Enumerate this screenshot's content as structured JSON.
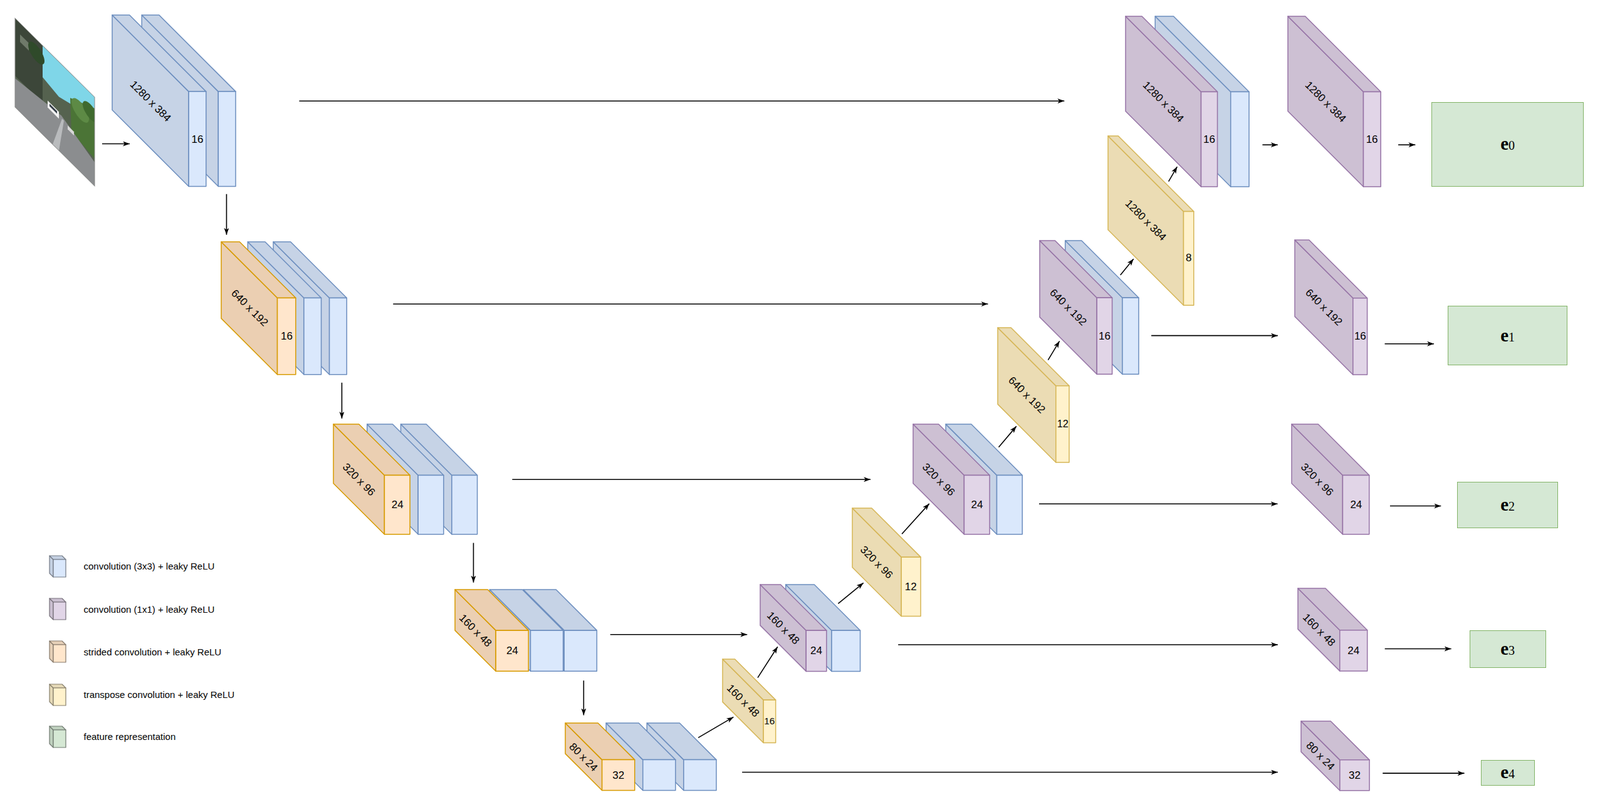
{
  "diagram": {
    "nodes": [
      {
        "text": [
          "1280 x 384",
          "16"
        ]
      },
      {
        "text": [
          "640 x 192",
          "16"
        ]
      },
      {
        "text": [
          "320 x 96",
          "24"
        ]
      },
      {
        "text": [
          "160 x 48",
          "24"
        ]
      },
      {
        "text": [
          "80 x 24",
          "32"
        ]
      },
      {
        "text": [
          "160 x 48",
          "16"
        ]
      },
      {
        "text": [
          "160 x 48",
          "24"
        ]
      },
      {
        "text": [
          "320 x 96",
          "12"
        ]
      },
      {
        "text": [
          "320 x 96",
          "24"
        ]
      },
      {
        "text": [
          "640 x 192",
          "12"
        ]
      },
      {
        "text": [
          "640 x 192",
          "16"
        ]
      },
      {
        "text": [
          "1280 x 384",
          "8"
        ]
      },
      {
        "text": [
          "1280 x 384",
          "16"
        ]
      },
      {
        "text": [
          "1280 x 384",
          "16"
        ]
      },
      {
        "text": [
          "640 x 192",
          "16"
        ]
      },
      {
        "text": [
          "320 x 96",
          "24"
        ]
      },
      {
        "text": [
          "160 x 48",
          "24"
        ]
      },
      {
        "text": [
          "80 x 24",
          "32"
        ]
      },
      {
        "text": [
          "e0"
        ]
      },
      {
        "text": [
          "e1"
        ]
      },
      {
        "text": [
          "e2"
        ]
      },
      {
        "text": [
          "e3"
        ]
      },
      {
        "text": [
          "e4"
        ]
      }
    ],
    "edges": [
      {
        "from": 0,
        "to": 1,
        "arrow": "to"
      },
      {
        "from": 1,
        "to": 2,
        "arrow": "to"
      },
      {
        "from": 2,
        "to": 3,
        "arrow": "to"
      },
      {
        "from": 3,
        "to": 4,
        "arrow": "to"
      },
      {
        "from": 0,
        "to": 12,
        "arrow": "to"
      },
      {
        "from": 1,
        "to": 10,
        "arrow": "to"
      },
      {
        "from": 2,
        "to": 8,
        "arrow": "to"
      },
      {
        "from": 3,
        "to": 6,
        "arrow": "to"
      },
      {
        "from": 4,
        "to": 5,
        "arrow": "to"
      },
      {
        "from": 5,
        "to": 6,
        "arrow": "to"
      },
      {
        "from": 6,
        "to": 7,
        "arrow": "to"
      },
      {
        "from": 7,
        "to": 8,
        "arrow": "to"
      },
      {
        "from": 8,
        "to": 9,
        "arrow": "to"
      },
      {
        "from": 9,
        "to": 10,
        "arrow": "to"
      },
      {
        "from": 10,
        "to": 11,
        "arrow": "to"
      },
      {
        "from": 11,
        "to": 12,
        "arrow": "to"
      },
      {
        "from": 12,
        "to": 13,
        "arrow": "to"
      },
      {
        "from": 10,
        "to": 14,
        "arrow": "to"
      },
      {
        "from": 8,
        "to": 15,
        "arrow": "to"
      },
      {
        "from": 6,
        "to": 16,
        "arrow": "to"
      },
      {
        "from": 4,
        "to": 17,
        "arrow": "to"
      },
      {
        "from": 13,
        "to": 18,
        "arrow": "to"
      },
      {
        "from": 14,
        "to": 19,
        "arrow": "to"
      },
      {
        "from": 15,
        "to": 20,
        "arrow": "to"
      },
      {
        "from": 16,
        "to": 21,
        "arrow": "to"
      },
      {
        "from": 17,
        "to": 22,
        "arrow": "to"
      }
    ],
    "legend": [
      {
        "text": "convolution (3x3) + leaky ReLU",
        "color": "#dae8fc"
      },
      {
        "text": "convolution (1x1) + leaky ReLU",
        "color": "#e1d5e7"
      },
      {
        "text": "strided convolution + leaky ReLU",
        "color": "#ffe6cc"
      },
      {
        "text": "transpose convolution + leaky ReLU",
        "color": "#fff2cc"
      },
      {
        "text": "feature representation",
        "color": "#d5e8d4"
      }
    ]
  }
}
